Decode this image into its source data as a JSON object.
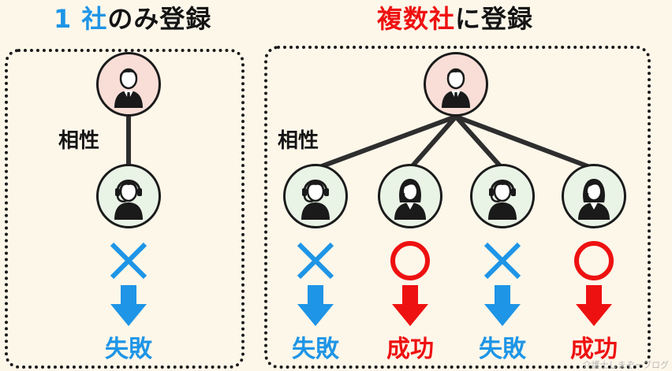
{
  "left": {
    "title_part1": "1 社",
    "title_part2": "のみ登録",
    "relation_label": "相性",
    "results": [
      {
        "mark": "cross",
        "arrow_color": "#1e95e6",
        "label": "失敗"
      }
    ]
  },
  "right": {
    "title_part1": "複数社",
    "title_part2": "に登録",
    "relation_label": "相性",
    "results": [
      {
        "mark": "cross",
        "label": "失敗"
      },
      {
        "mark": "circle",
        "label": "成功"
      },
      {
        "mark": "cross",
        "label": "失敗"
      },
      {
        "mark": "circle",
        "label": "成功"
      }
    ]
  },
  "colors": {
    "fail": "#1e95e6",
    "success": "#ee1111",
    "line": "#2e2e2e",
    "boss_bg": "#f8ded7",
    "operator_bg": "#e9f3e6"
  },
  "watermark": "介護士しまぞーブログ"
}
